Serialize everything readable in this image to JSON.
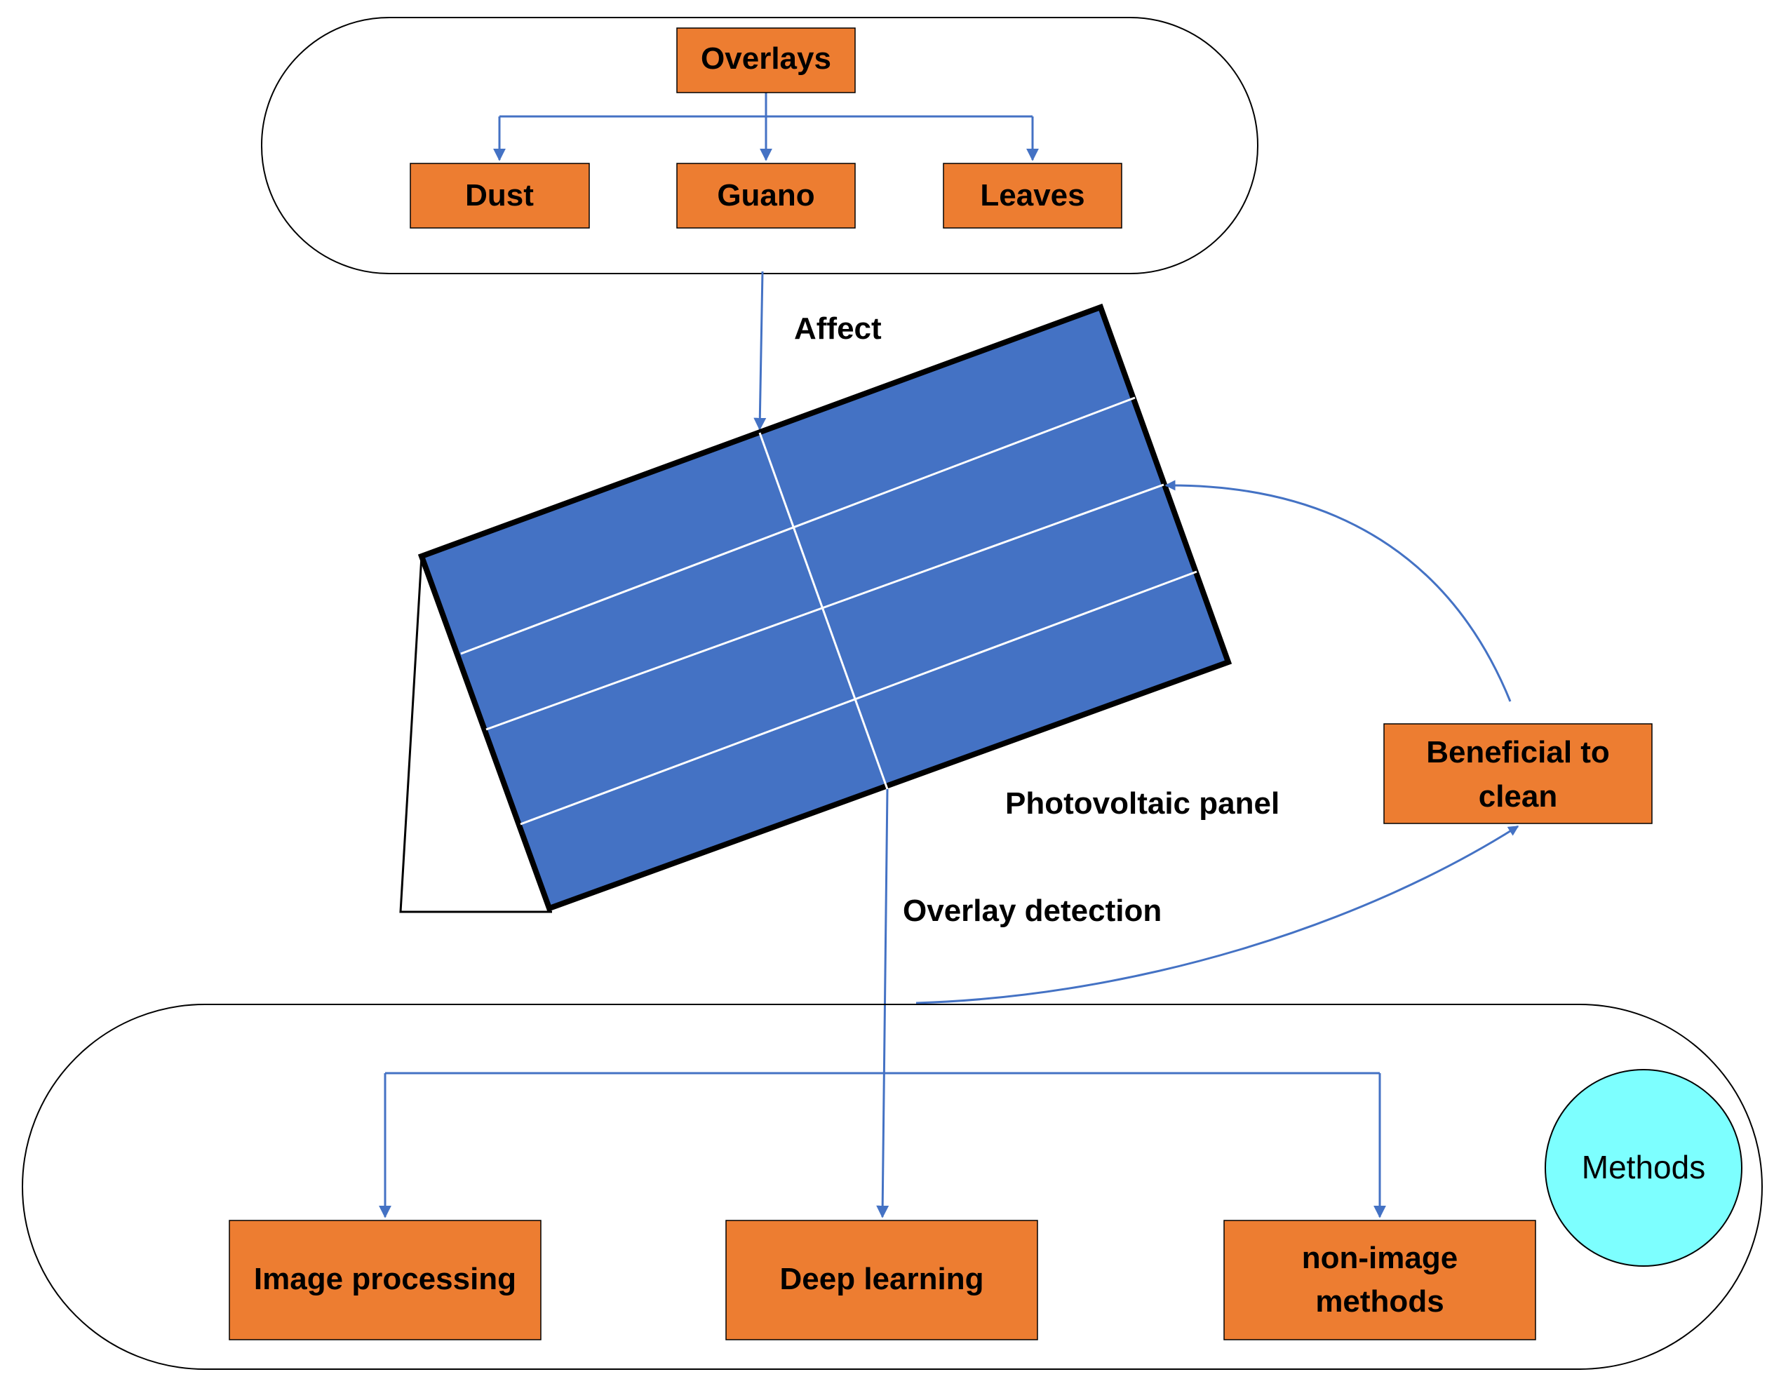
{
  "colors": {
    "box_fill": "#ED7D31",
    "panel_fill": "#4472C4",
    "arrow": "#4472C4",
    "methods_circle": "#7DFFFF"
  },
  "overlays": {
    "title": "Overlays",
    "items": [
      "Dust",
      "Guano",
      "Leaves"
    ]
  },
  "labels": {
    "affect": "Affect",
    "panel": "Photovoltaic panel",
    "overlay_detection": "Overlay detection",
    "beneficial_line1": "Beneficial to",
    "beneficial_line2": "clean"
  },
  "methods": {
    "title": "Methods",
    "image_processing": "Image processing",
    "deep_learning": "Deep learning",
    "non_image_line1": "non-image",
    "non_image_line2": "methods"
  }
}
